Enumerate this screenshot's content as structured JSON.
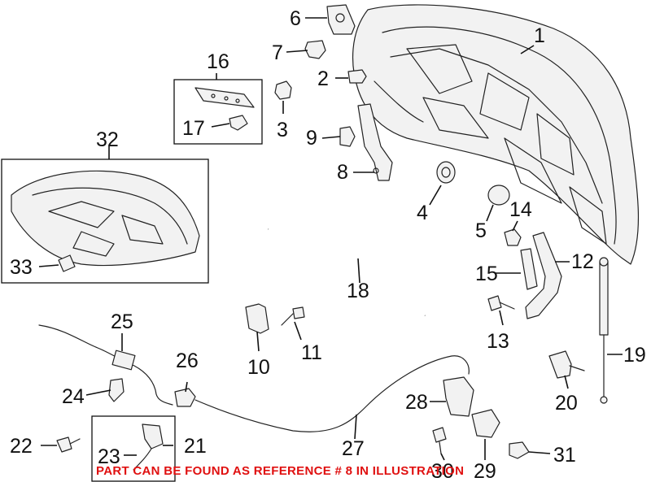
{
  "callouts": {
    "c1": "1",
    "c2": "2",
    "c3": "3",
    "c4": "4",
    "c5": "5",
    "c6": "6",
    "c7": "7",
    "c8": "8",
    "c9": "9",
    "c10": "10",
    "c11": "11",
    "c12": "12",
    "c13": "13",
    "c14": "14",
    "c15": "15",
    "c16": "16",
    "c17": "17",
    "c18": "18",
    "c19": "19",
    "c20": "20",
    "c21": "21",
    "c22": "22",
    "c23": "23",
    "c24": "24",
    "c25": "25",
    "c26": "26",
    "c27": "27",
    "c28": "28",
    "c29": "29",
    "c30": "30",
    "c31": "31",
    "c32": "32",
    "c33": "33"
  },
  "notice": "PART CAN BE FOUND AS REFERENCE # 8 IN ILLUSTRATION",
  "colors": {
    "notice": "#e01010",
    "line": "#111111"
  }
}
